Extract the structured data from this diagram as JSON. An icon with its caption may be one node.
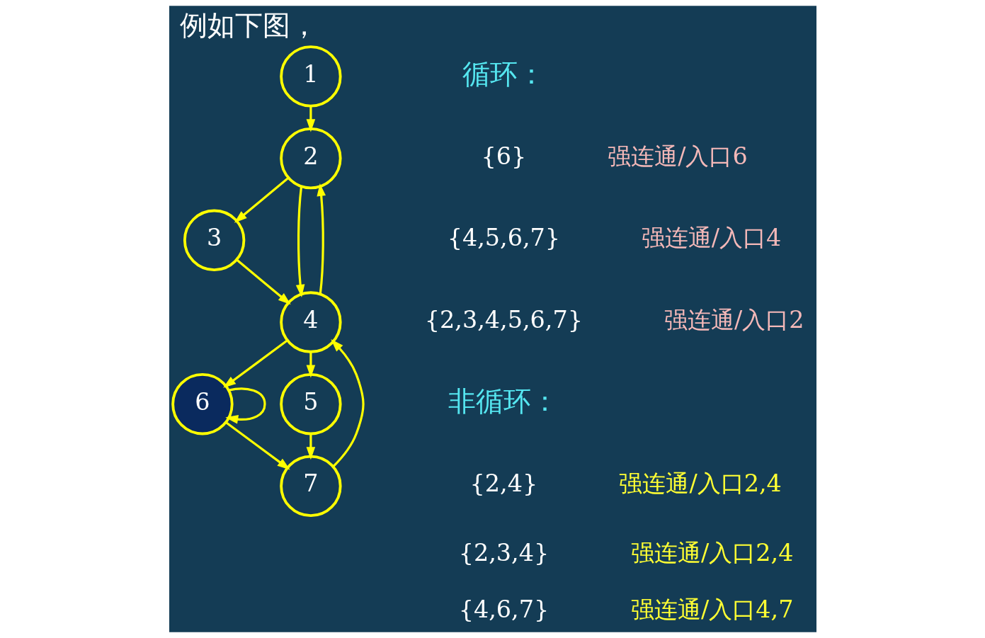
{
  "diagram": {
    "title": "例如下图，",
    "nodes": [
      {
        "text": [
          "1"
        ]
      },
      {
        "text": [
          "2"
        ]
      },
      {
        "text": [
          "3"
        ]
      },
      {
        "text": [
          "4"
        ]
      },
      {
        "text": [
          "6"
        ]
      },
      {
        "text": [
          "5"
        ]
      },
      {
        "text": [
          "7"
        ]
      }
    ],
    "edges": [
      {
        "from": 0,
        "to": 1,
        "arrow": "to"
      },
      {
        "from": 1,
        "to": 2,
        "arrow": "to"
      },
      {
        "from": 1,
        "to": 3,
        "arrow": "to"
      },
      {
        "from": 2,
        "to": 3,
        "arrow": "to"
      },
      {
        "from": 3,
        "to": 1,
        "arrow": "to"
      },
      {
        "from": 3,
        "to": 4,
        "arrow": "to"
      },
      {
        "from": 3,
        "to": 5,
        "arrow": "to"
      },
      {
        "from": 4,
        "to": 4,
        "arrow": "to"
      },
      {
        "from": 4,
        "to": 6,
        "arrow": "to"
      },
      {
        "from": 5,
        "to": 6,
        "arrow": "to"
      },
      {
        "from": 6,
        "to": 3,
        "arrow": "to"
      }
    ],
    "labels": [
      "循环：",
      "{6}",
      "强连通/入口6",
      "{4,5,6,7}",
      "强连通/入口4",
      "{2,3,4,5,6,7}",
      "强连通/入口2",
      "非循环：",
      "{2,4}",
      "强连通/入口2,4",
      "{2,3,4}",
      "强连通/入口2,4",
      "{4,6,7}",
      "强连通/入口4,7"
    ]
  }
}
